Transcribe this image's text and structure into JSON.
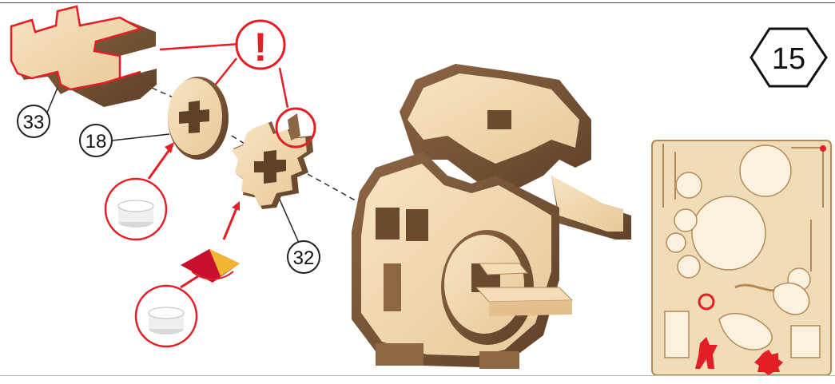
{
  "step": {
    "number": "15"
  },
  "callouts": [
    {
      "id": "part-33",
      "label": "33"
    },
    {
      "id": "part-18",
      "label": "18"
    },
    {
      "id": "part-32",
      "label": "32"
    }
  ],
  "warning": {
    "symbol": "!"
  },
  "icons": [
    "tealight-candle-icon",
    "glue-icon",
    "warning-icon",
    "parts-sheet-thumbnail"
  ],
  "colors": {
    "accent": "#e31e24",
    "wood_light": "#f3dcb6",
    "wood_dark": "#7a5638",
    "outline": "#222222"
  }
}
